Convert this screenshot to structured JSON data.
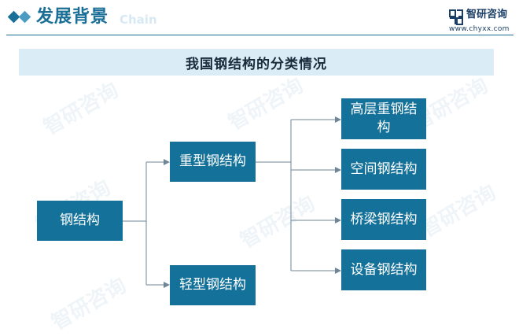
{
  "header": {
    "title": "发展背景",
    "ghost_text": "Chain",
    "brand_name": "智研咨询",
    "brand_url": "www.chyxx.com"
  },
  "banner": {
    "title": "我国钢结构的分类情况"
  },
  "tree": {
    "root": "钢结构",
    "branches": [
      {
        "label": "重型钢结构",
        "children": [
          "高层重钢结构",
          "空间钢结构",
          "桥梁钢结构",
          "设备钢结构"
        ]
      },
      {
        "label": "轻型钢结构",
        "children": []
      }
    ]
  },
  "watermark": {
    "text": "智研咨询"
  },
  "colors": {
    "node_fill": "#14729a",
    "connector": "#6d8797",
    "banner_fill": "#daedf7",
    "accent": "#1a6f97"
  }
}
